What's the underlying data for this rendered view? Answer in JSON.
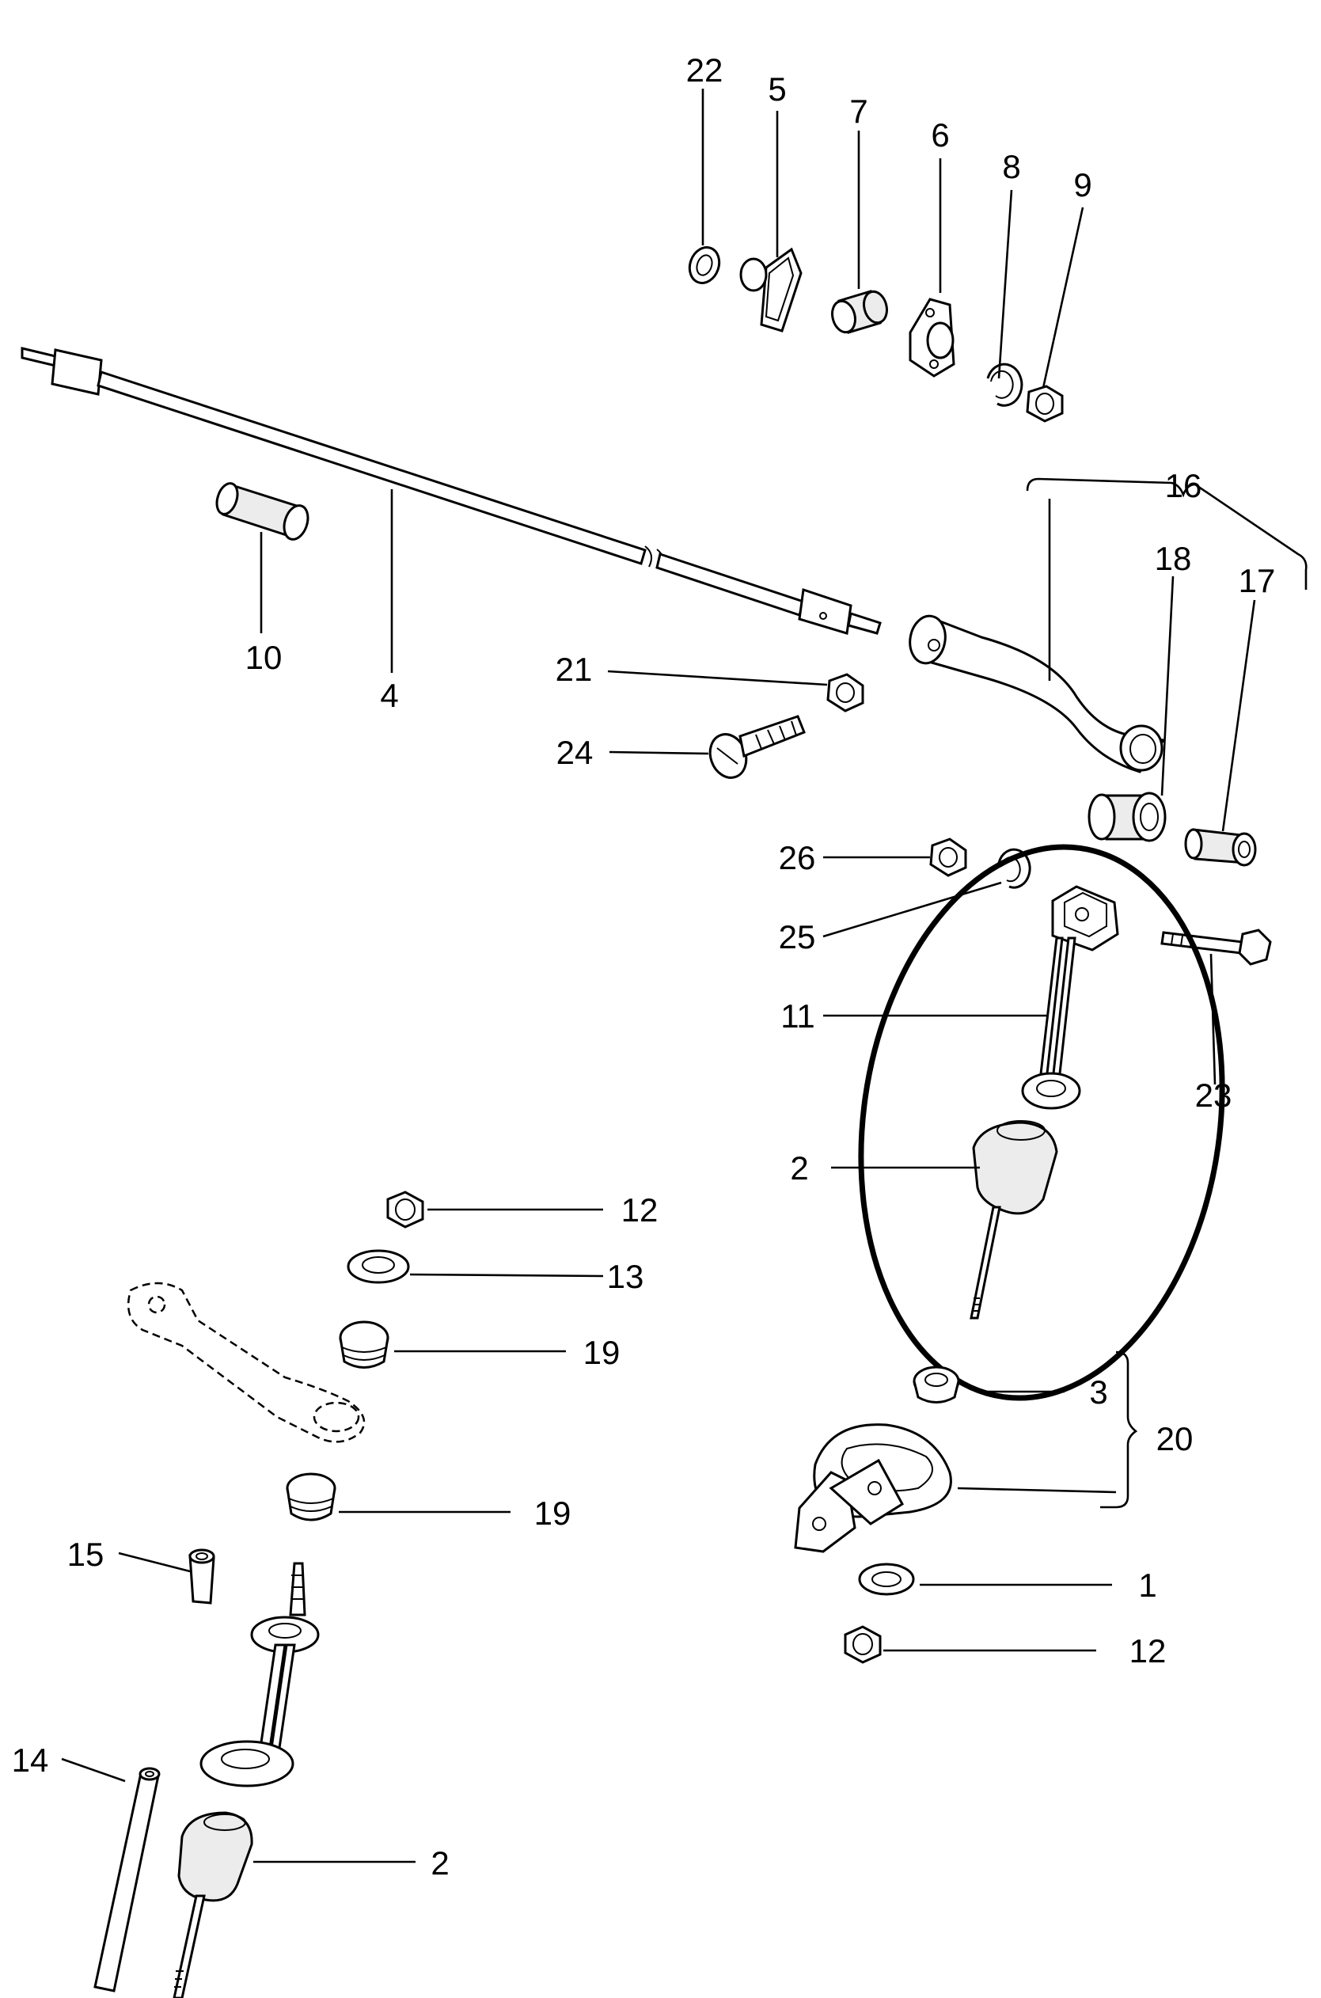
{
  "diagram": {
    "callouts": [
      {
        "id": "c22a",
        "text": "22"
      },
      {
        "id": "c5",
        "text": "5"
      },
      {
        "id": "c7",
        "text": "7"
      },
      {
        "id": "c6",
        "text": "6"
      },
      {
        "id": "c8",
        "text": "8"
      },
      {
        "id": "c9",
        "text": "9"
      },
      {
        "id": "c16",
        "text": "16"
      },
      {
        "id": "c18",
        "text": "18"
      },
      {
        "id": "c17",
        "text": "17"
      },
      {
        "id": "c10",
        "text": "10"
      },
      {
        "id": "c4",
        "text": "4"
      },
      {
        "id": "c21",
        "text": "21"
      },
      {
        "id": "c24",
        "text": "24"
      },
      {
        "id": "c26",
        "text": "26"
      },
      {
        "id": "c25",
        "text": "25"
      },
      {
        "id": "c11",
        "text": "11"
      },
      {
        "id": "c23",
        "text": "23"
      },
      {
        "id": "c2a",
        "text": "2"
      },
      {
        "id": "c12a",
        "text": "12"
      },
      {
        "id": "c13",
        "text": "13"
      },
      {
        "id": "c19a",
        "text": "19"
      },
      {
        "id": "c3",
        "text": "3"
      },
      {
        "id": "c20",
        "text": "20"
      },
      {
        "id": "c19b",
        "text": "19"
      },
      {
        "id": "c15",
        "text": "15"
      },
      {
        "id": "c1",
        "text": "1"
      },
      {
        "id": "c12b",
        "text": "12"
      },
      {
        "id": "c14",
        "text": "14"
      },
      {
        "id": "c2b",
        "text": "2"
      }
    ]
  }
}
